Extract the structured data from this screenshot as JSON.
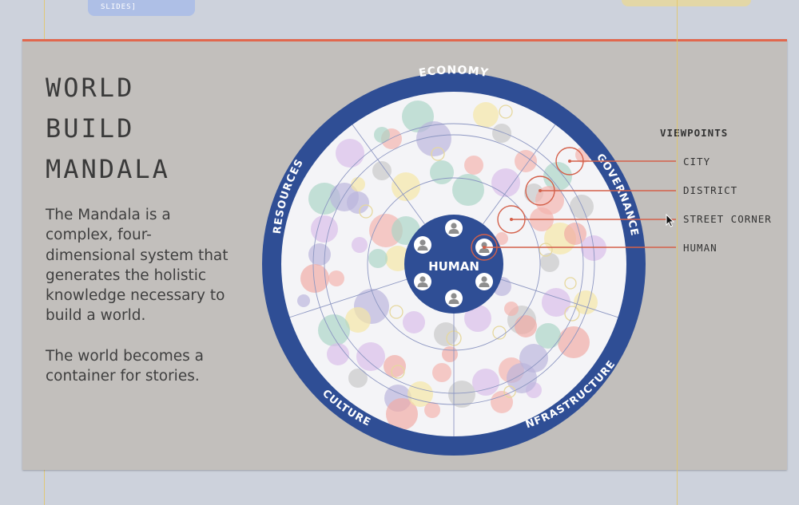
{
  "top_chip_text": "SLIDES]",
  "slide": {
    "title_lines": [
      "WORLD",
      "BUILD",
      "MANDALA"
    ],
    "body": "The Mandala is a complex, four-dimensional system that generates the holistic  knowledge necessary to build a world.\n\nThe world becomes a container for stories."
  },
  "mandala": {
    "center_label": "HUMAN",
    "ring_labels": {
      "top": "ECONOMY",
      "right": "GOVERNANCE",
      "left": "RESOURCES",
      "bottom_left": "CULTURE",
      "bottom_right": "INFRASTRUCTURE"
    },
    "colors": {
      "ring": "#2f4e95",
      "inner": "#f4f4f7",
      "line": "#8d97c2",
      "callout": "#d4604a"
    },
    "bubble_palette": [
      "#a9d4c5",
      "#b9b4dc",
      "#f3b3ad",
      "#f4e6a3",
      "#d9bde9",
      "#c7c7c7",
      "#f0a9a3"
    ],
    "icon": "person-icon"
  },
  "viewpoints": {
    "heading": "VIEWPOINTS",
    "items": [
      "CITY",
      "DISTRICT",
      "STREET CORNER",
      "HUMAN"
    ]
  }
}
